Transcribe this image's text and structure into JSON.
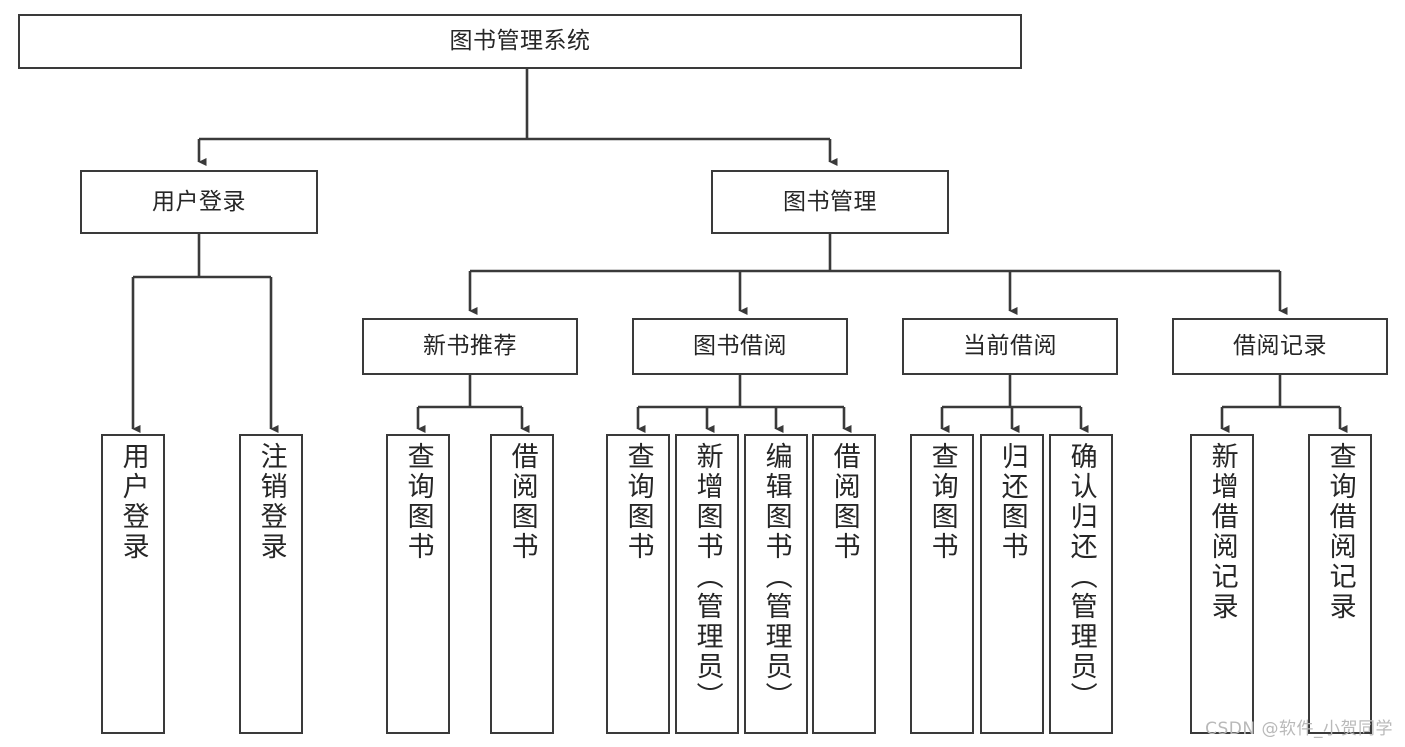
{
  "diagram": {
    "title": "图书管理系统",
    "type": "tree-hierarchy",
    "watermark": "CSDN @软件_小贺同学",
    "line_color": "#3a3a3a",
    "box_fill": "#ffffff",
    "text_color": "#262626",
    "watermark_color": "#b9b9b9"
  },
  "nodes": {
    "root": {
      "label": "图书管理系统"
    },
    "level2": [
      {
        "label": "用户登录"
      },
      {
        "label": "图书管理"
      }
    ],
    "level3": [
      {
        "label": "新书推荐"
      },
      {
        "label": "图书借阅"
      },
      {
        "label": "当前借阅"
      },
      {
        "label": "借阅记录"
      }
    ],
    "leaves": {
      "user_login": [
        {
          "label": "用户登录"
        },
        {
          "label": "注销登录"
        }
      ],
      "new_book": [
        {
          "label": "查询图书"
        },
        {
          "label": "借阅图书"
        }
      ],
      "book_borrow": [
        {
          "label": "查询图书"
        },
        {
          "label": "新增图书（管理员）"
        },
        {
          "label": "编辑图书（管理员）"
        },
        {
          "label": "借阅图书"
        }
      ],
      "current_borrow": [
        {
          "label": "查询图书"
        },
        {
          "label": "归还图书"
        },
        {
          "label": "确认归还（管理员）"
        }
      ],
      "borrow_record": [
        {
          "label": "新增借阅记录"
        },
        {
          "label": "查询借阅记录"
        }
      ]
    }
  }
}
